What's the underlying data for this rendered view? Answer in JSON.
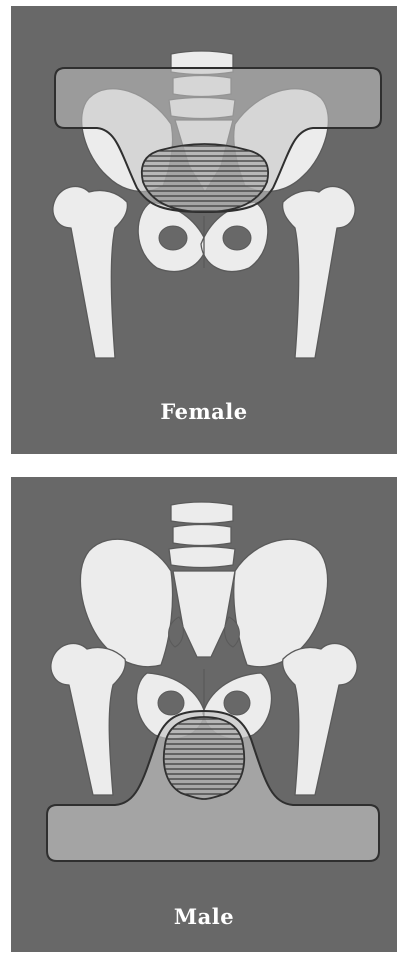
{
  "panels": [
    {
      "id": "female",
      "label": "Female"
    },
    {
      "id": "male",
      "label": "Male"
    }
  ],
  "colors": {
    "background": "#686868",
    "bone": "#ececec",
    "bone_stroke": "#5a5a5a",
    "band_fill": "#bdbdbd",
    "outline": "#2f2f2f"
  }
}
